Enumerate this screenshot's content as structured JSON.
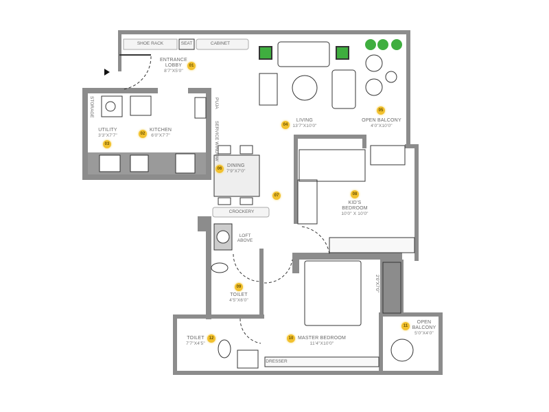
{
  "colors": {
    "wall": "#8c8c8c",
    "badge": "#f2c12e",
    "furniture_stroke": "#333333",
    "plant": "#3fae3f"
  },
  "rooms": [
    {
      "number": "01",
      "name": "ENTRANCE LOBBY",
      "size": "8'7\"X5'0\""
    },
    {
      "number": "02",
      "name": "KITCHEN",
      "size": "6'0\"X7'7\""
    },
    {
      "number": "03",
      "name": "UTILITY",
      "size": "3'3\"X7'7\""
    },
    {
      "number": "04",
      "name": "LIVING",
      "size": "13'7\"X10'0\""
    },
    {
      "number": "05",
      "name": "OPEN BALCONY",
      "size": "4'0\"X10'0\""
    },
    {
      "number": "06",
      "name": "DINING",
      "size": "7'9\"X7'0\""
    },
    {
      "number": "07",
      "name": "",
      "size": ""
    },
    {
      "number": "08",
      "name": "KID'S BEDROOM",
      "size": "10'0\" X 10'0\""
    },
    {
      "number": "09",
      "name": "TOILET",
      "size": "4'5\"X6'0\""
    },
    {
      "number": "10",
      "name": "MASTER BEDROOM",
      "size": "11'4\"X10'0\""
    },
    {
      "number": "11",
      "name": "OPEN BALCONY",
      "size": "5'0\"X4'0\""
    },
    {
      "number": "12",
      "name": "TOILET",
      "size": "7'7\"X4'5\""
    }
  ],
  "fixtures": {
    "shoe_rack": "SHOE RACK",
    "seat": "SEAT",
    "cabinet": "CABINET",
    "storage": "STORAGE",
    "puja": "PUJA",
    "service_window": "SERVICE WINDOW",
    "crockery": "CROCKERY",
    "loft": "LOFT ABOVE",
    "dresser": "DRESSER",
    "wardrobe": "2'0\"X7'0\""
  },
  "entrance_icon": "arrow-right-icon"
}
